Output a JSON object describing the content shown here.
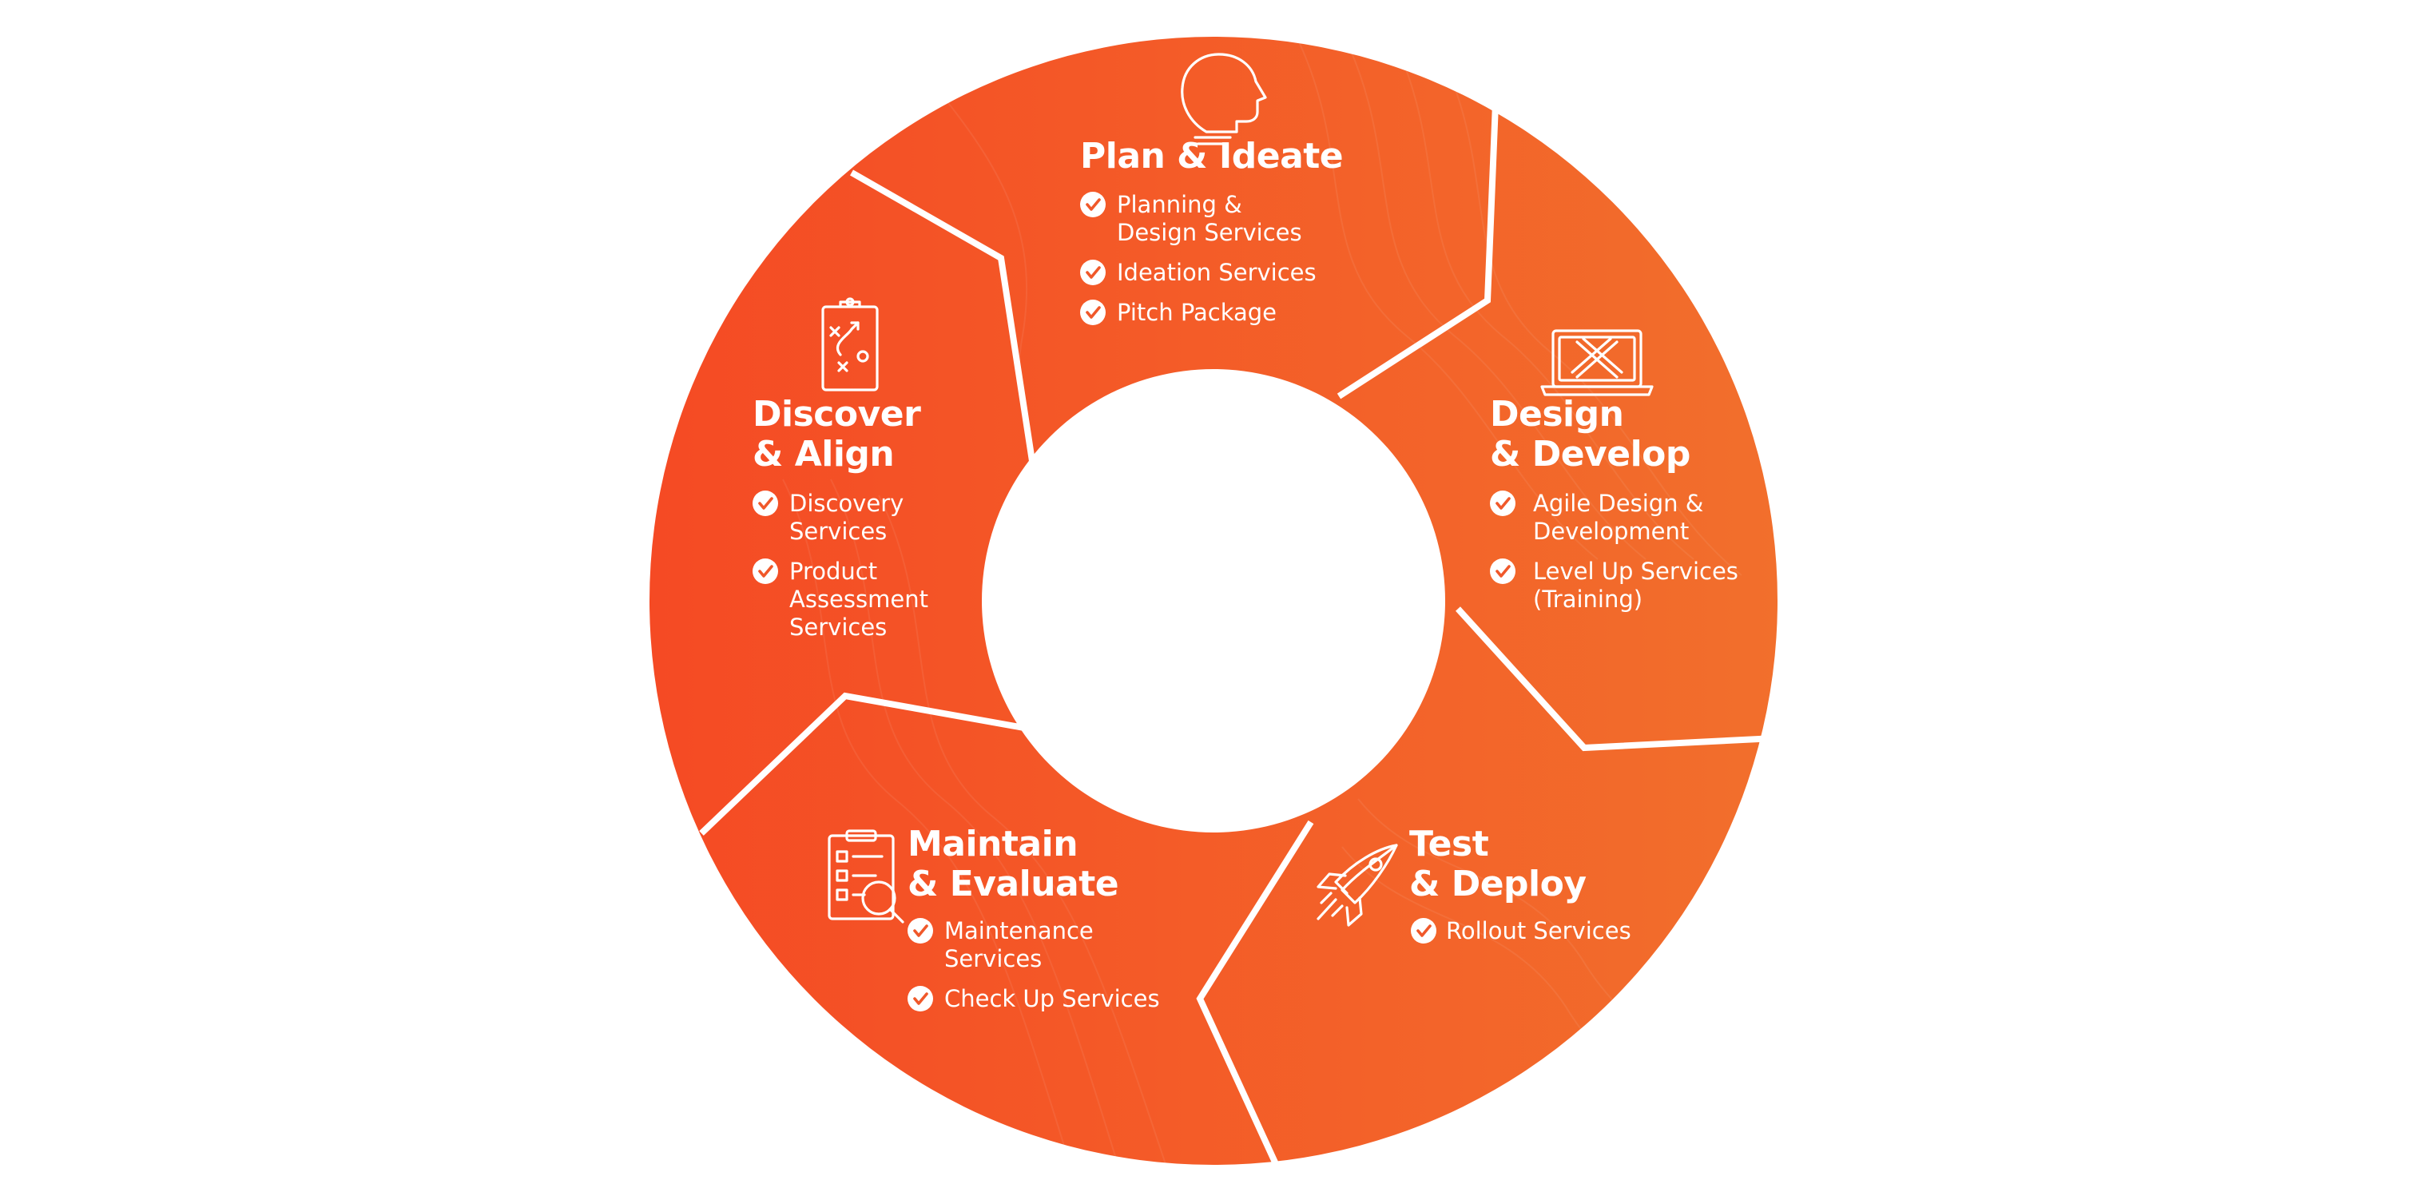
{
  "colors": {
    "gradient_start": "#f54a24",
    "gradient_end": "#f26f2c",
    "divider": "#ffffff",
    "text": "#ffffff"
  },
  "segments": [
    {
      "id": "plan",
      "title": [
        "Plan & Ideate"
      ],
      "icon": "lightbulb-head-icon",
      "items": [
        [
          "Planning &",
          "Design Services"
        ],
        [
          "Ideation Services"
        ],
        [
          "Pitch Package"
        ]
      ]
    },
    {
      "id": "design",
      "title": [
        "Design",
        "& Develop"
      ],
      "icon": "laptop-design-tools-icon",
      "items": [
        [
          "Agile Design &",
          "Development"
        ],
        [
          "Level Up Services",
          "(Training)"
        ]
      ]
    },
    {
      "id": "test",
      "title": [
        "Test",
        "& Deploy"
      ],
      "icon": "rocket-icon",
      "items": [
        [
          "Rollout Services"
        ]
      ]
    },
    {
      "id": "maintain",
      "title": [
        "Maintain",
        "& Evaluate"
      ],
      "icon": "checklist-magnifier-icon",
      "items": [
        [
          "Maintenance",
          "Services"
        ],
        [
          "Check Up Services"
        ]
      ]
    },
    {
      "id": "discover",
      "title": [
        "Discover",
        "& Align"
      ],
      "icon": "clipboard-strategy-icon",
      "items": [
        [
          "Discovery",
          "Services"
        ],
        [
          "Product",
          "Assessment",
          "Services"
        ]
      ]
    }
  ]
}
